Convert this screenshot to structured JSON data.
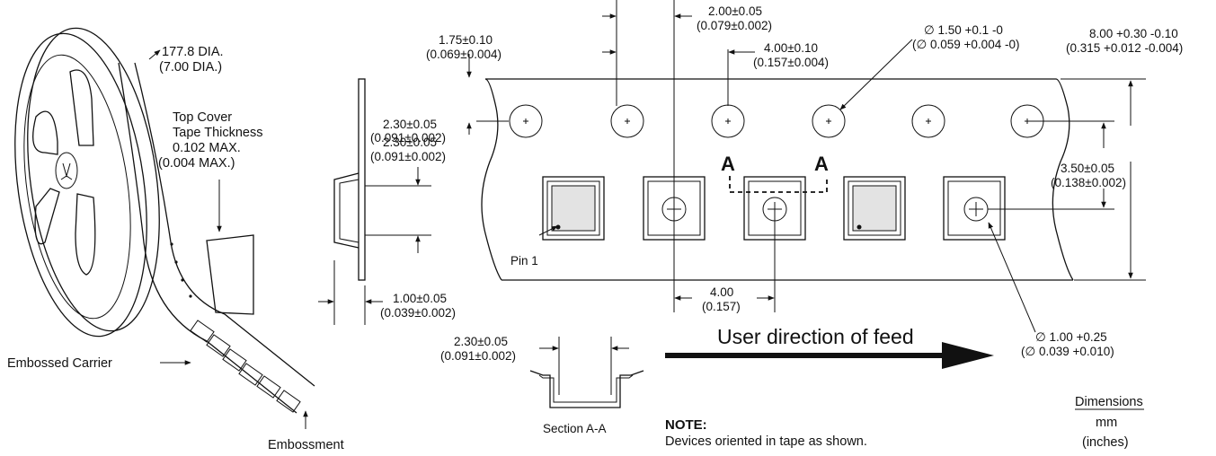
{
  "reel": {
    "dia_mm": "177.8 DIA.",
    "dia_in": "(7.00 DIA.)",
    "cover_line1": "Top Cover",
    "cover_line2": "Tape Thickness",
    "cover_line3": "0.102 MAX.",
    "cover_line4": "(0.004 MAX.)",
    "embossed_carrier": "Embossed Carrier",
    "embossment": "Embossment"
  },
  "side": {
    "pocket_depth_mm": "2.30±0.05",
    "pocket_depth_in": "(0.091±0.002)",
    "thickness_mm": "1.00±0.05",
    "thickness_in": "(0.039±0.002)"
  },
  "tape": {
    "edge_mm": "1.75±0.10",
    "edge_in": "(0.069±0.004)",
    "p2_mm": "2.00±0.05",
    "p2_in": "(0.079±0.002)",
    "p0_mm": "4.00±0.10",
    "p0_in": "(0.157±0.004)",
    "hole_mm": "∅ 1.50 +0.1 -0",
    "hole_in": "(∅ 0.059 +0.004 -0)",
    "width_mm": "8.00 +0.30 -0.10",
    "width_in": "(0.315 +0.012 -0.004)",
    "row_mm": "2.30±0.05",
    "row_in": "(0.091±0.002)",
    "f_mm": "3.50±0.05",
    "f_in": "(0.138±0.002)",
    "pitch_mm": "4.00",
    "pitch_in": "(0.157)",
    "pocket_hole_mm": "∅ 1.00 +0.25",
    "pocket_hole_in": "(∅ 0.039 +0.010)",
    "section_letter": "A",
    "pin1": "Pin 1"
  },
  "section": {
    "width_mm": "2.30±0.05",
    "width_in": "(0.091±0.002)",
    "caption": "Section A-A"
  },
  "feed_label": "User direction of feed",
  "note": {
    "heading": "NOTE:",
    "text": "Devices oriented in tape as shown."
  },
  "units": {
    "heading": "Dimensions",
    "primary": "mm",
    "secondary": "(inches)"
  }
}
